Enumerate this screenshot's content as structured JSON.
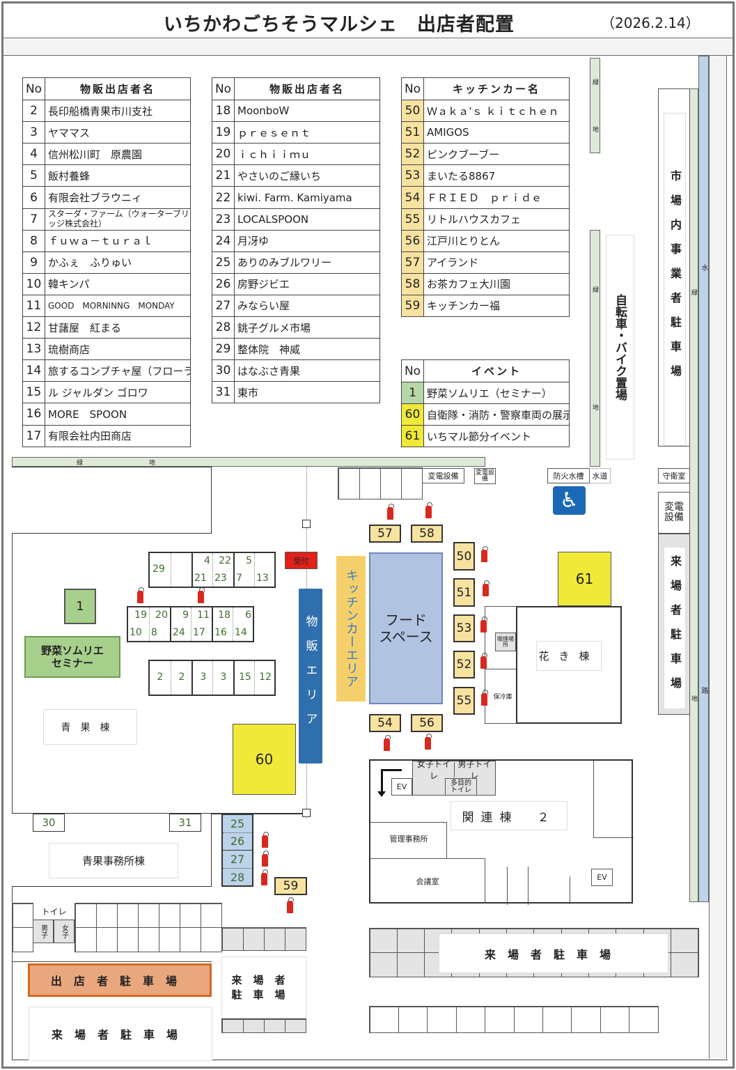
{
  "header": {
    "title": "いちかわごちそうマルシェ　出店者配置",
    "date": "（2026.2.14）"
  },
  "sales_table_1": {
    "h_no": "No",
    "h_name": "物販出店者名",
    "rows": [
      [
        "2",
        "長印船橋青果市川支社"
      ],
      [
        "3",
        "ヤママス"
      ],
      [
        "4",
        "信州松川町　原農園"
      ],
      [
        "5",
        "飯村養蜂"
      ],
      [
        "6",
        "有限会社ブラウニィ"
      ],
      [
        "7",
        "スターダ・ファーム（ウォーターブリッジ株式会社）"
      ],
      [
        "8",
        "ｆｕｗａ－ｔｕｒａｌ"
      ],
      [
        "9",
        "かふぇ　ふりゅい"
      ],
      [
        "10",
        "韓キンパ"
      ],
      [
        "11",
        "GOOD　MORNINNG　MONDAY"
      ],
      [
        "12",
        "甘藷屋　紅まる"
      ],
      [
        "13",
        "琉樹商店"
      ],
      [
        "14",
        "旅するコンブチャ屋（フローラクラウ"
      ],
      [
        "15",
        "ル ジャルダン ゴロワ"
      ],
      [
        "16",
        "MORE　SPOON"
      ],
      [
        "17",
        "有限会社内田商店"
      ]
    ]
  },
  "sales_table_2": {
    "h_no": "No",
    "h_name": "物販出店者名",
    "rows": [
      [
        "18",
        "MoonboW"
      ],
      [
        "19",
        "ｐｒｅｓｅｎｔ"
      ],
      [
        "20",
        "ｉｃｈｉｉｍｕ"
      ],
      [
        "21",
        "やさいのご縁いち"
      ],
      [
        "22",
        "kiwi. Farm. Kamiyama"
      ],
      [
        "23",
        "LOCALSPOON"
      ],
      [
        "24",
        "月冴ゆ"
      ],
      [
        "25",
        "ありのみブルワリー"
      ],
      [
        "26",
        "房野ジビエ"
      ],
      [
        "27",
        "みならい屋"
      ],
      [
        "28",
        "銚子グルメ市場"
      ],
      [
        "29",
        "整体院　神威"
      ],
      [
        "30",
        "はなぶさ青果"
      ],
      [
        "31",
        "東市"
      ]
    ]
  },
  "kitchen_table": {
    "h_no": "No",
    "h_name": "キッチンカー名",
    "rows": [
      [
        "50",
        "Ｗａｋａ’ｓ ｋｉｔｃｈｅｎ"
      ],
      [
        "51",
        "AMIGOS"
      ],
      [
        "52",
        "ピンクブーブー"
      ],
      [
        "53",
        "まいたる8867"
      ],
      [
        "54",
        "ＦＲＩＥＤ　ｐｒｉｄｅ"
      ],
      [
        "55",
        "リトルハウスカフェ"
      ],
      [
        "56",
        "江戸川とりとん"
      ],
      [
        "57",
        "アイランド"
      ],
      [
        "58",
        "お茶カフェ大川園"
      ],
      [
        "59",
        "キッチンカー福"
      ]
    ]
  },
  "event_table": {
    "h_no": "No",
    "h_name": "イベント",
    "rows": [
      [
        "1",
        "野菜ソムリエ（セミナー）"
      ],
      [
        "60",
        "自衛隊・消防・警察車両の展示"
      ],
      [
        "61",
        "いちマル節分イベント"
      ]
    ]
  },
  "colors": {
    "kitchen": "#f8e2a0",
    "event_green": "#b7d7a8",
    "event_yellow": "#f0e937",
    "food_space": "#b0c4e2",
    "sales_area": "#2f6fad",
    "reception": "#e0201a",
    "exhibitor_parking": "#eaa77d"
  },
  "map": {
    "green": "緑",
    "ground": "地",
    "water": "水",
    "road": "路",
    "market_parking": "市場内事業者駐車場",
    "bike": "自転車・バイク置場",
    "substation": "変電設備",
    "substation2": "変電設備",
    "substation3": "変電設備",
    "fire_tank": "防火水槽",
    "water_tap": "水道",
    "guard": "守衛室",
    "visitor_parking_r": "来場者駐車場",
    "reception": "受付",
    "sales_area": "物販エリア",
    "kitchen_area": "キッチンカーエリア",
    "food_space": "フード\nスペース",
    "smoking": "喫煙場所",
    "cold": "保冷庫",
    "flower": "花き棟",
    "produce": "青果棟",
    "produce_office": "青果事務所棟",
    "seminar": "野菜ソムリエ\nセミナー",
    "women_wc": "女子トイレ",
    "men_wc": "男子トイレ",
    "multi_wc": "多目的\nトイレ",
    "ev": "EV",
    "ev2": "EV",
    "related": "関連棟　２",
    "admin": "管理事務所",
    "meeting": "会議室",
    "toilet": "トイレ",
    "men": "男子",
    "women": "女子",
    "exhibitor_parking": "出店者駐車場",
    "visitor_parking_a": "来場者駐車場",
    "visitor_parking_b": "来場者\n駐車場",
    "visitor_parking_c": "来場者駐車場",
    "b1": "1",
    "b60": "60",
    "b61": "61",
    "k57": "57",
    "k58": "58",
    "k50": "50",
    "k51": "51",
    "k53": "53",
    "k52": "52",
    "k55": "55",
    "k54": "54",
    "k56": "56",
    "k59": "59",
    "b30": "30",
    "b31": "31",
    "b25": "25",
    "b26": "26",
    "b27": "27",
    "b28": "28",
    "rowA": [
      [
        "29",
        ""
      ],
      [
        "",
        ""
      ],
      [
        "4",
        "21"
      ],
      [
        "22",
        "23"
      ],
      [
        "5",
        "7"
      ],
      [
        "",
        "13"
      ]
    ],
    "rowB": [
      [
        "19",
        "10"
      ],
      [
        "20",
        "8"
      ],
      [
        "9",
        "24"
      ],
      [
        "11",
        "17"
      ],
      [
        "18",
        "16"
      ],
      [
        "6",
        "14"
      ]
    ],
    "rowC": [
      "2",
      "2",
      "3",
      "3",
      "15",
      "12"
    ]
  }
}
